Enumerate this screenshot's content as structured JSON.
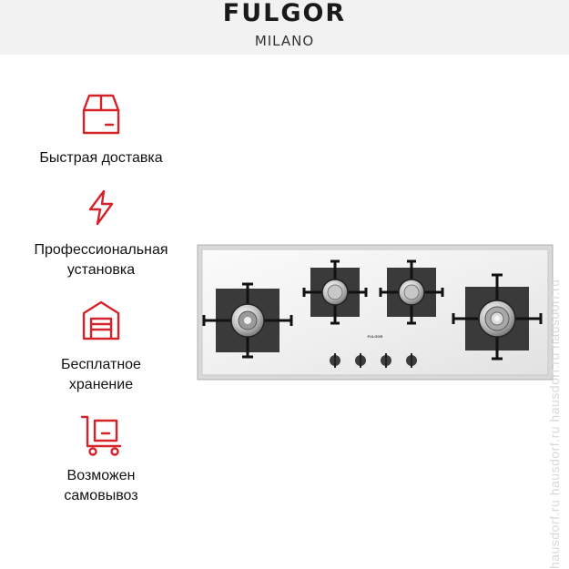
{
  "brand": {
    "name": "FULGOR",
    "sub": "MILANO"
  },
  "features": [
    {
      "icon": "delivery-box-icon",
      "label": "Быстрая доставка"
    },
    {
      "icon": "lightning-icon",
      "label_lines": [
        "Профессиональная",
        "установка"
      ]
    },
    {
      "icon": "storage-warehouse-icon",
      "label_lines": [
        "Бесплатное",
        "хранение"
      ]
    },
    {
      "icon": "pickup-cart-icon",
      "label_lines": [
        "Возможен",
        "самовывоз"
      ]
    }
  ],
  "product": {
    "panel_logo": "FULGOR",
    "burners": 4,
    "knobs": 4
  },
  "watermark": "hausdorf.ru   hausdorf.ru   hausdorf.ru   hausdorf.ru",
  "colors": {
    "accent": "#d5232a",
    "text": "#111111",
    "header_bg": "#f2f2f2"
  }
}
